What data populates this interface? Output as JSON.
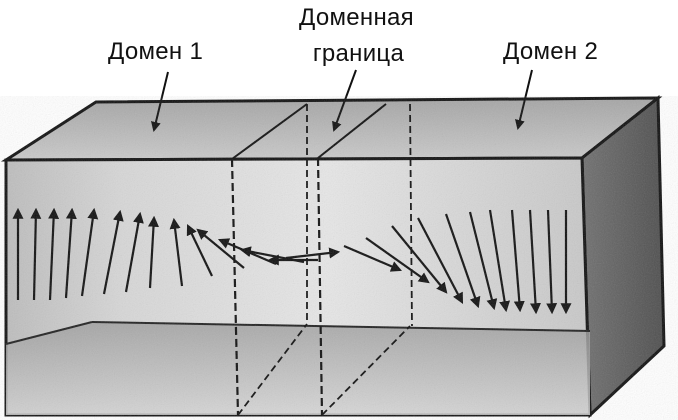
{
  "labels": {
    "domain_1": "Домен 1",
    "boundary_line_1": "Доменная",
    "boundary_line_2": "граница",
    "domain_2": "Домен 2"
  },
  "colors": {
    "ink": "#111111",
    "front_face": "#d8d8d8",
    "top_face": "#b7b7b7",
    "side_face": "#5f5f5f",
    "bottom_face": "#bdbdbd"
  }
}
